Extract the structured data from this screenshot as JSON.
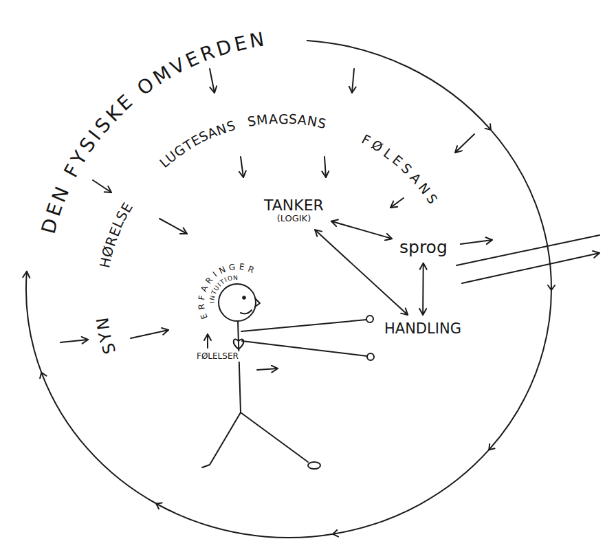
{
  "diagram": {
    "nodes": [
      {
        "text": [
          "TANKER",
          "(LOGIK)"
        ]
      },
      {
        "text": [
          "sprog"
        ]
      },
      {
        "text": [
          "HANDLING"
        ]
      }
    ],
    "edges": [
      {
        "from": 0,
        "to": 1,
        "arrow": "both"
      },
      {
        "from": 0,
        "to": 2,
        "arrow": "both"
      },
      {
        "from": 1,
        "to": 2,
        "arrow": "both"
      }
    ],
    "labels": [
      "DEN FYSISKE OMVERDEN",
      "HØRELSE",
      "LUGTESANS",
      "SMAGSANS",
      "FØLESANS",
      "SYN",
      "ERFARINGER",
      "INTUITION",
      "FØLELSER"
    ]
  }
}
